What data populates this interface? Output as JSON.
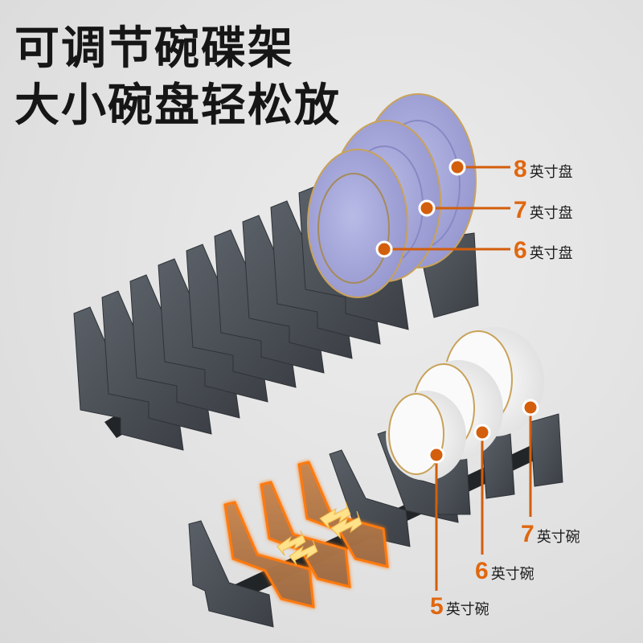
{
  "headline": {
    "line1": "可调节碗碟架",
    "line2": "大小碗盘轻松放"
  },
  "colors": {
    "accent": "#e0670f",
    "leader": "#d35e0c",
    "rack": "#4a4f55",
    "rack_dark": "#2f3338",
    "plate": "#a7a9db",
    "plate_rim": "#c9a25a",
    "bowl": "#f5f5f5",
    "highlight_divider": "#e8791c",
    "background": "#e2e2e2"
  },
  "plate_labels": [
    {
      "size": "8",
      "unit": "英寸盘"
    },
    {
      "size": "7",
      "unit": "英寸盘"
    },
    {
      "size": "6",
      "unit": "英寸盘"
    }
  ],
  "bowl_labels": [
    {
      "size": "7",
      "unit": "英寸碗"
    },
    {
      "size": "6",
      "unit": "英寸碗"
    },
    {
      "size": "5",
      "unit": "英寸碗"
    }
  ],
  "icons": {
    "adjust_arrows": "double-arrow-icon"
  }
}
